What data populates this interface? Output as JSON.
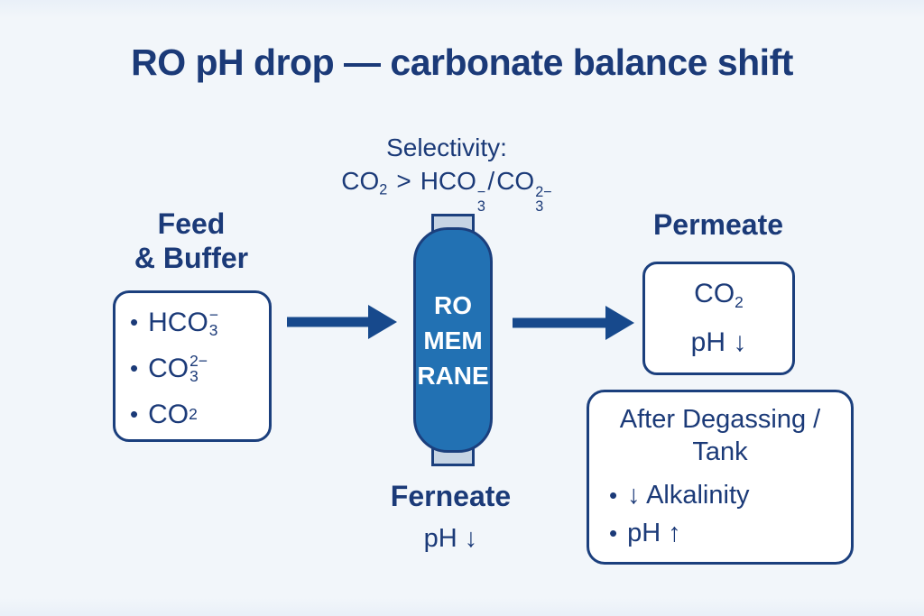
{
  "title": "RO pH drop — carbonate balance shift",
  "colors": {
    "navy_text": "#1b3a78",
    "box_border": "#1b3f7d",
    "vessel_fill": "#2271b3",
    "vessel_cap": "#c6d4e4",
    "arrow": "#17498c",
    "background": "#f2f6fa"
  },
  "selectivity": {
    "line1": "Selectivity:",
    "co2_base": "CO",
    "co2_sub": "2",
    "gt": ">",
    "hco3_base": "HCO",
    "hco3_sub": "3",
    "hco3_sup": "−",
    "slash": "/",
    "co3_base": "CO",
    "co3_sub": "3",
    "co3_sup": "2−"
  },
  "feed": {
    "label_line1": "Feed",
    "label_line2": "& Buffer",
    "bullet": "•",
    "items": [
      {
        "base": "HCO",
        "sub": "3",
        "sup": "−"
      },
      {
        "base": "CO",
        "sub": "3",
        "sup": "2−"
      },
      {
        "base": "CO",
        "sub": "2"
      }
    ]
  },
  "membrane": {
    "line1": "RO",
    "line2": "MEM",
    "line3": "RANE"
  },
  "permeate": {
    "label": "Permeate",
    "co2_base": "CO",
    "co2_sub": "2",
    "ph": "pH ↓"
  },
  "after": {
    "title_line1": "After Degassing /",
    "title_line2": "Tank",
    "bullet": "•",
    "item1": "↓ Alkalinity",
    "item2": "pH ↑"
  },
  "ferneate": {
    "label": "Ferneate",
    "ph": "pH ↓"
  }
}
